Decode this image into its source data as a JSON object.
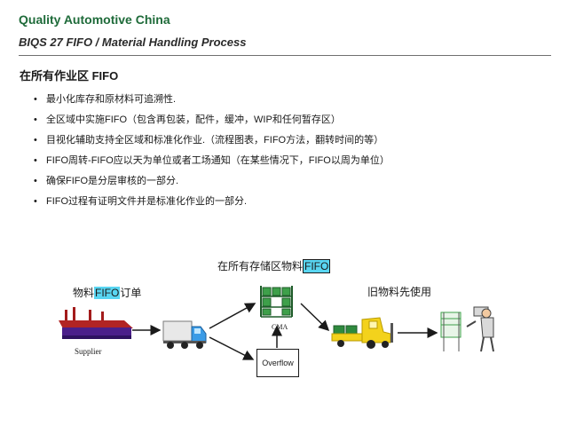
{
  "header": {
    "company": "Quality Automotive China",
    "subtitle": "BIQS 27 FIFO / Material Handling Process"
  },
  "slide": {
    "heading": "在所有作业区 FIFO",
    "bullets": [
      "最小化库存和原材料可追溯性.",
      "全区域中实施FIFO（包含再包装，配件，缓冲，WIP和任何暂存区）",
      "目视化辅助支持全区域和标准化作业.（流程图表，FIFO方法，翻转时间的等）",
      "FIFO周转-FIFO应以天为单位或者工场通知（在某些情况下，FIFO以周为单位）",
      "确保FIFO是分层审核的一部分.",
      "FIFO过程有证明文件并是标准化作业的一部分."
    ]
  },
  "diagram": {
    "order_label": {
      "pre": "物料",
      "hl": "FIFO",
      "post": "订单"
    },
    "storage_label": {
      "pre": "在所有存储区物料",
      "hl": "FIFO"
    },
    "use_label": "旧物料先使用",
    "supplier": "Supplier",
    "cma": "CMA",
    "overflow": "Overflow",
    "colors": {
      "factory_roof": "#a31c1c",
      "factory_wall": "#4a1f8a",
      "truck_cab": "#3a9be6",
      "truck_box": "#e8e8e8",
      "rack": "#1f5c2a",
      "crate": "#3ea04a",
      "forklift": "#f3d21c",
      "highlight": "#59d6f2"
    },
    "icons": [
      "factory-icon",
      "truck-icon",
      "rack-icon",
      "forklift-icon",
      "worker-icon"
    ]
  }
}
